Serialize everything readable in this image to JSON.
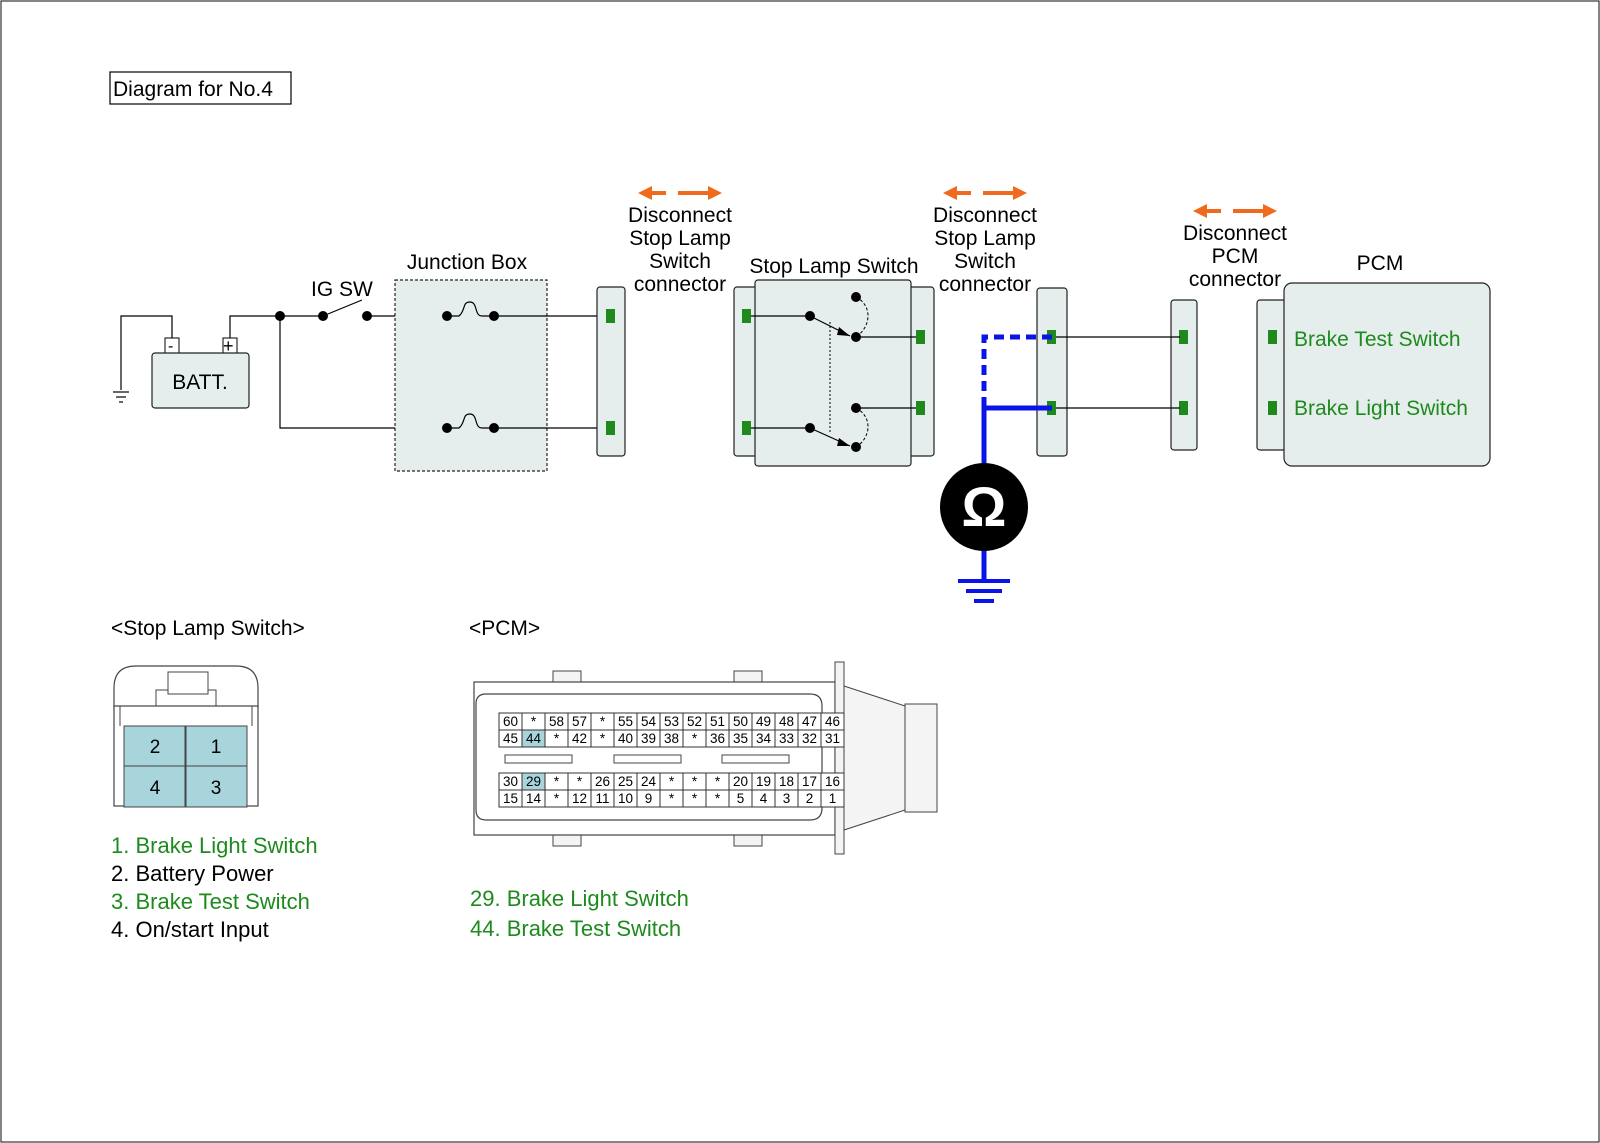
{
  "title": "Diagram for No.4",
  "labels": {
    "batt": "BATT.",
    "batt_minus": "-",
    "batt_plus": "+",
    "ig_sw": "IG SW",
    "junction_box": "Junction Box",
    "stop_lamp_switch": "Stop Lamp Switch",
    "pcm": "PCM",
    "ohm": "Ω"
  },
  "disconnect_notes": [
    [
      "Disconnect",
      "Stop Lamp",
      "Switch",
      "connector"
    ],
    [
      "Disconnect",
      "Stop Lamp",
      "Switch",
      "connector"
    ],
    [
      "Disconnect",
      "PCM",
      "connector"
    ]
  ],
  "pcm_box_labels": [
    "Brake Test Switch",
    "Brake Light Switch"
  ],
  "stop_lamp_connector": {
    "heading": "<Stop Lamp Switch>",
    "pins": [
      "2",
      "1",
      "4",
      "3"
    ]
  },
  "pcm_connector": {
    "heading": "<PCM>",
    "top_row1": [
      "60",
      "*",
      "58",
      "57",
      "*",
      "55",
      "54",
      "53",
      "52",
      "51",
      "50",
      "49",
      "48",
      "47",
      "46"
    ],
    "top_row2": [
      "45",
      "44",
      "*",
      "42",
      "*",
      "40",
      "39",
      "38",
      "*",
      "36",
      "35",
      "34",
      "33",
      "32",
      "31"
    ],
    "bot_row1": [
      "30",
      "29",
      "*",
      "*",
      "26",
      "25",
      "24",
      "*",
      "*",
      "*",
      "20",
      "19",
      "18",
      "17",
      "16"
    ],
    "bot_row2": [
      "15",
      "14",
      "*",
      "12",
      "11",
      "10",
      "9",
      "*",
      "*",
      "*",
      "5",
      "4",
      "3",
      "2",
      "1"
    ],
    "highlighted_pins": [
      "44",
      "29"
    ]
  },
  "legend_stop_lamp": [
    {
      "text": "1. Brake Light Switch",
      "color": "#1e8a1e"
    },
    {
      "text": "2. Battery Power",
      "color": "#000000"
    },
    {
      "text": "3. Brake Test Switch",
      "color": "#1e8a1e"
    },
    {
      "text": "4. On/start Input",
      "color": "#000000"
    }
  ],
  "legend_pcm": [
    {
      "text": "29. Brake Light Switch",
      "color": "#1e8a1e"
    },
    {
      "text": "44. Brake Test Switch",
      "color": "#1e8a1e"
    }
  ],
  "colors": {
    "signal_green": "#1e8a1e",
    "meter_blue": "#0a14e6",
    "disconnect_orange": "#f06a1e",
    "box_fill": "#e6eded",
    "pin_highlight": "#a8d4dc"
  }
}
